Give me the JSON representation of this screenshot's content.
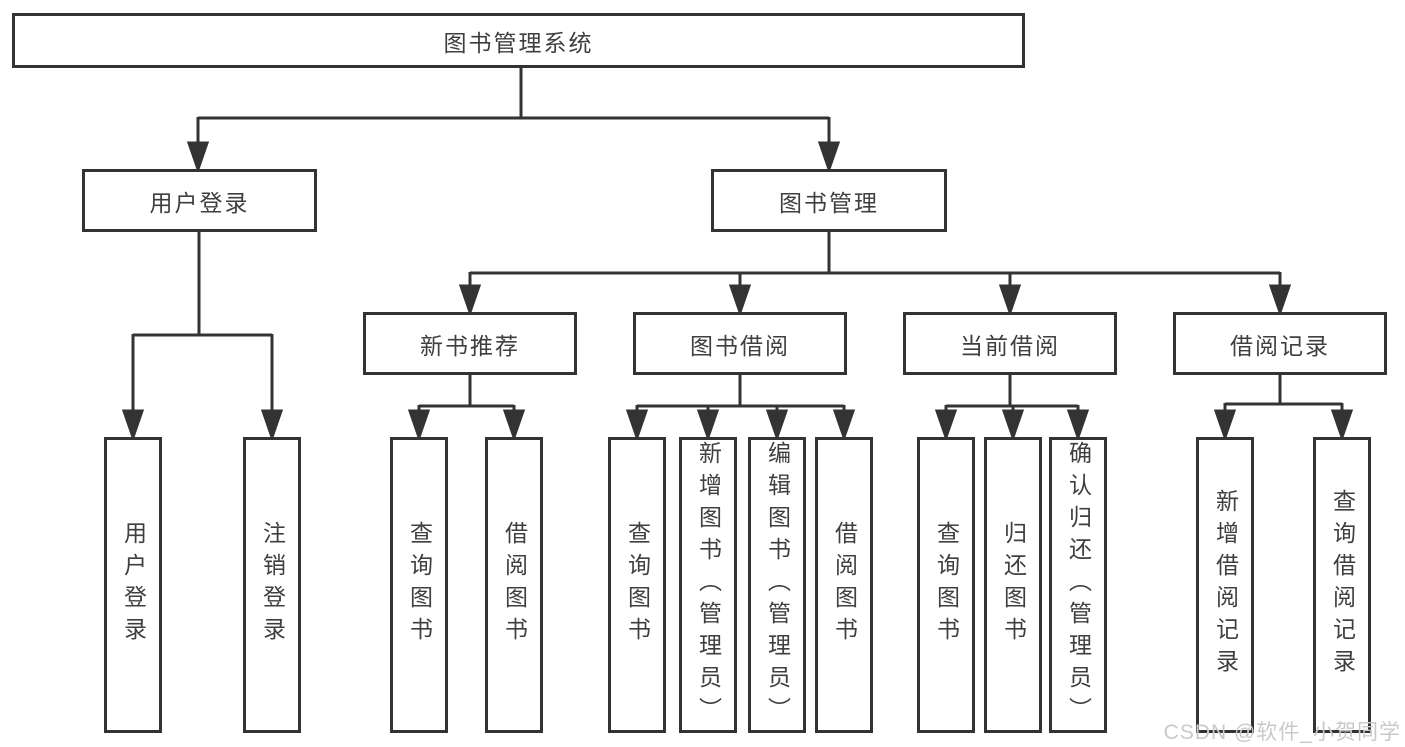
{
  "diagram_type": "hierarchy-tree",
  "tree": {
    "label": "图书管理系统",
    "children": [
      {
        "label": "用户登录",
        "children": [
          {
            "label": "用户登录"
          },
          {
            "label": "注销登录"
          }
        ]
      },
      {
        "label": "图书管理",
        "children": [
          {
            "label": "新书推荐",
            "children": [
              {
                "label": "查询图书"
              },
              {
                "label": "借阅图书"
              }
            ]
          },
          {
            "label": "图书借阅",
            "children": [
              {
                "label": "查询图书"
              },
              {
                "label": "新增图书（管理员）"
              },
              {
                "label": "编辑图书（管理员）"
              },
              {
                "label": "借阅图书"
              }
            ]
          },
          {
            "label": "当前借阅",
            "children": [
              {
                "label": "查询图书"
              },
              {
                "label": "归还图书"
              },
              {
                "label": "确认归还（管理员）"
              }
            ]
          },
          {
            "label": "借阅记录",
            "children": [
              {
                "label": "新增借阅记录"
              },
              {
                "label": "查询借阅记录"
              }
            ]
          }
        ]
      }
    ]
  },
  "watermark": {
    "text": "CSDN @软件_小贺同学",
    "color": "#c9c9c9"
  },
  "colors": {
    "line": "#333333",
    "text": "#3f3f3f",
    "background": "#ffffff"
  }
}
